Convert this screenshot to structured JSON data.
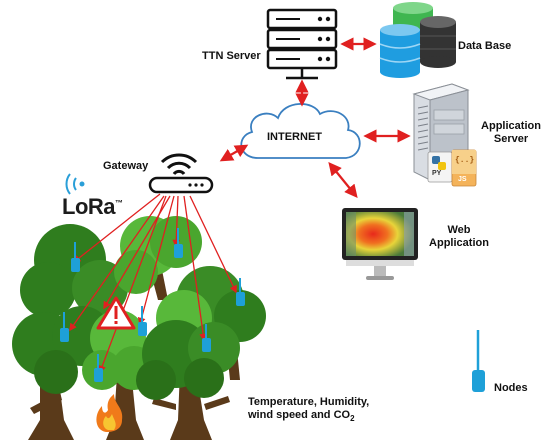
{
  "labels": {
    "ttn_server": "TTN Server",
    "database": "Data Base",
    "internet": "INTERNET",
    "application_server_line1": "Application",
    "application_server_line2": "Server",
    "gateway": "Gateway",
    "lora": "LoRa",
    "web_application_line1": "Web",
    "web_application_line2": "Application",
    "nodes": "Nodes",
    "sensors_line1": "Temperature,   Humidity,",
    "sensors_line2_prefix": "wind speed and CO",
    "sensors_line2_sub": "2",
    "py_badge": "PY",
    "js_badge": "JS",
    "json_braces": "{..}"
  },
  "icons": {
    "server": "server-rack-icon",
    "database": "database-cylinders-icon",
    "cloud": "cloud-icon",
    "app_server": "tower-server-icon",
    "gateway": "wifi-router-icon",
    "monitor": "monitor-heatmap-icon",
    "node": "sensor-node-icon",
    "warning": "warning-triangle-icon",
    "fire": "fire-icon"
  },
  "colors": {
    "arrow": "#e02020",
    "tree_dark": "#2f7d1e",
    "tree_light": "#58b83a",
    "trunk": "#5a3a1a",
    "node_blue": "#1ea0d8",
    "db_blue": "#1f9de0",
    "db_green": "#3fb650",
    "db_dark": "#333333"
  }
}
